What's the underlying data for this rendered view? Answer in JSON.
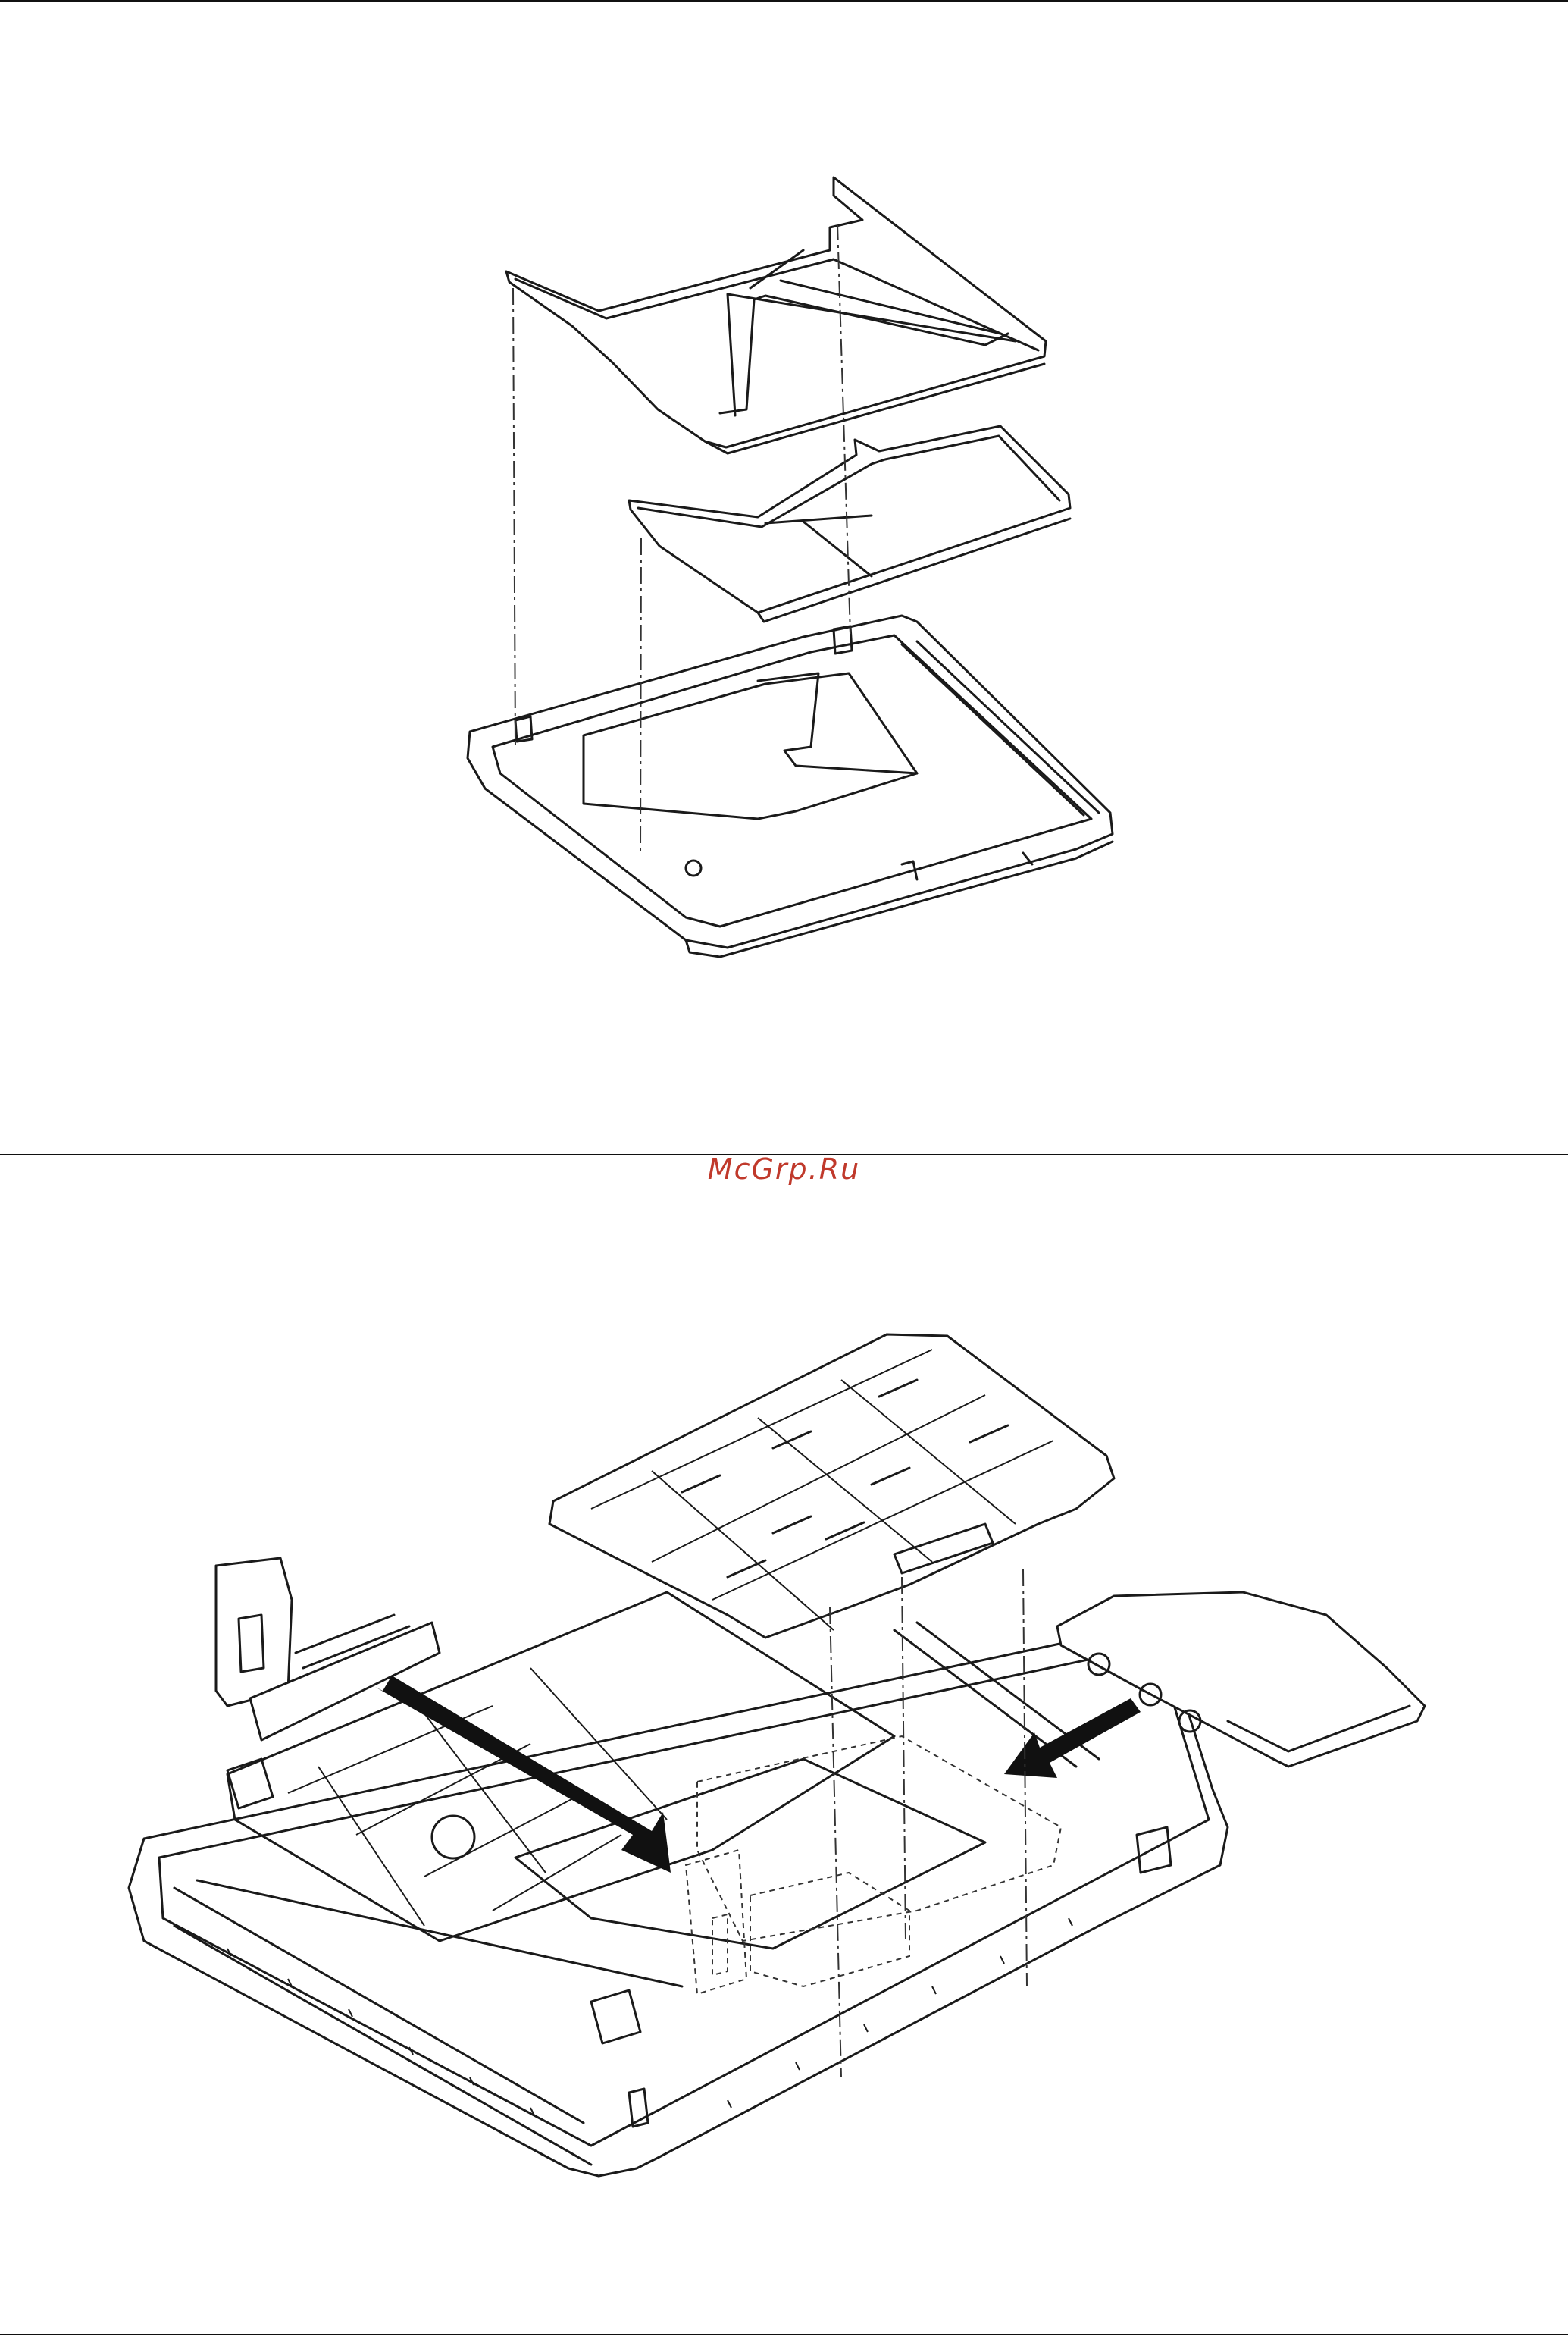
{
  "watermark": {
    "text": "McGrp.Ru",
    "color": "#c0392b"
  },
  "figures": [
    {
      "id": "top",
      "icon": "tray-assembly-exploded-illustration"
    },
    {
      "id": "bottom",
      "icon": "scanner-base-exploded-illustration"
    }
  ]
}
